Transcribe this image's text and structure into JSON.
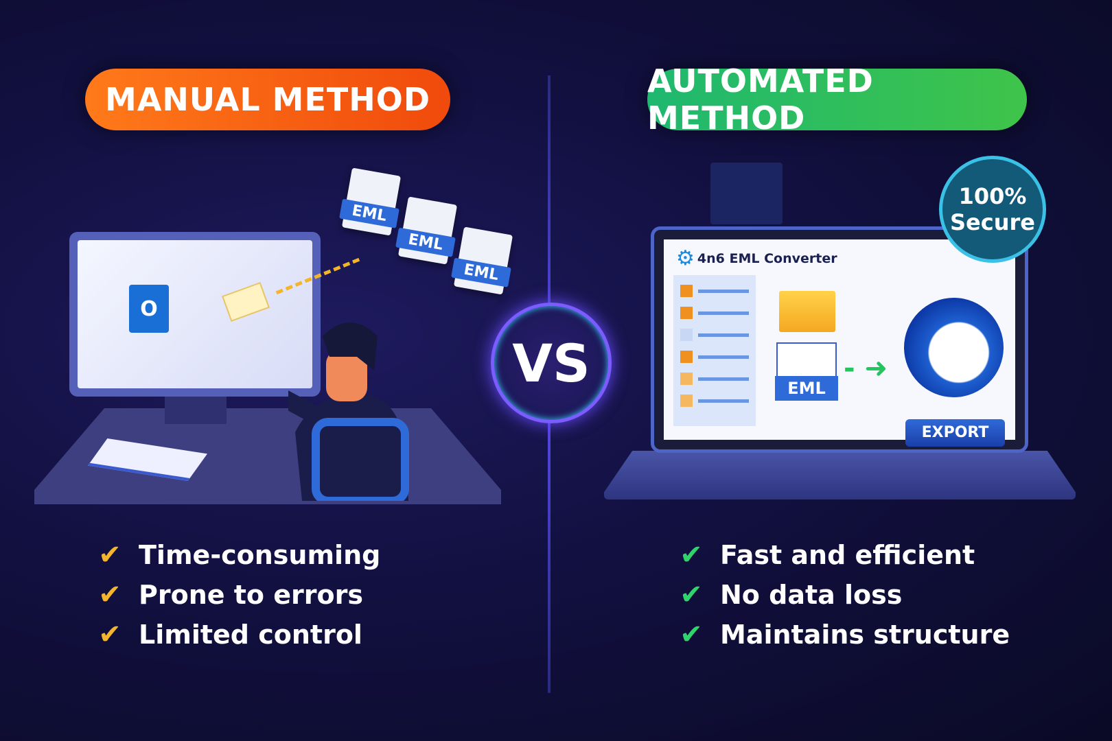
{
  "left": {
    "title": "MANUAL METHOD",
    "outlook_letter": "O",
    "eml_labels": [
      "EML",
      "EML",
      "EML"
    ],
    "points": [
      "Time-consuming",
      "Prone to errors",
      "Limited control"
    ],
    "check_color": "#f5b52a"
  },
  "vs": "VS",
  "right": {
    "title": "AUTOMATED METHOD",
    "badge": {
      "line1": "100%",
      "line2": "Secure"
    },
    "app_title": "4n6 EML Converter",
    "eml_label": "EML",
    "export_label": "EXPORT",
    "points": [
      "Fast and efficient",
      "No data loss",
      "Maintains structure"
    ],
    "check_color": "#2fd46a"
  }
}
